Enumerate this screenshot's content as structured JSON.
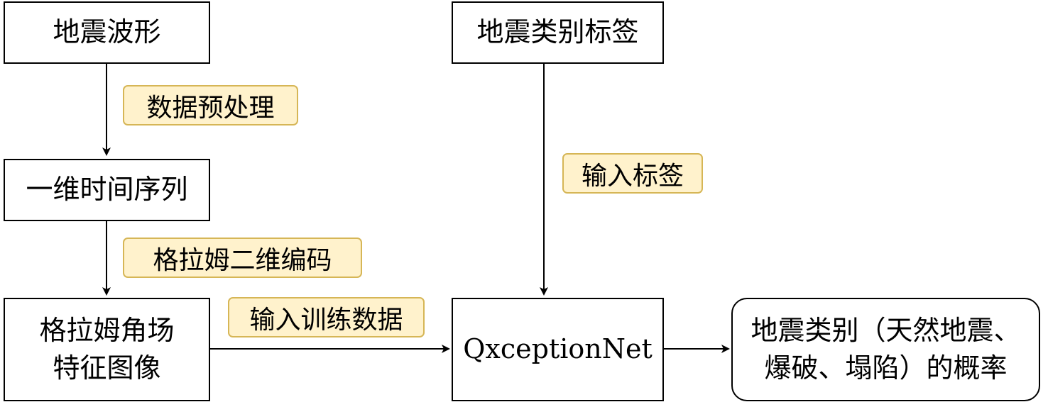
{
  "nodes": {
    "waveform": "地震波形",
    "timeseries": "一维时间序列",
    "gaf_image_line1": "格拉姆角场",
    "gaf_image_line2": "特征图像",
    "labels": "地震类别标签",
    "network": "QxceptionNet",
    "output_line1": "地震类别（天然地震、",
    "output_line2": "爆破、塌陷）的概率"
  },
  "edges": {
    "preprocess": "数据预处理",
    "gaf_encode": "格拉姆二维编码",
    "input_labels": "输入标签",
    "input_train": "输入训练数据"
  },
  "colors": {
    "label_fill": "#fff2cc",
    "label_border": "#d6b656",
    "stroke": "#000000"
  }
}
